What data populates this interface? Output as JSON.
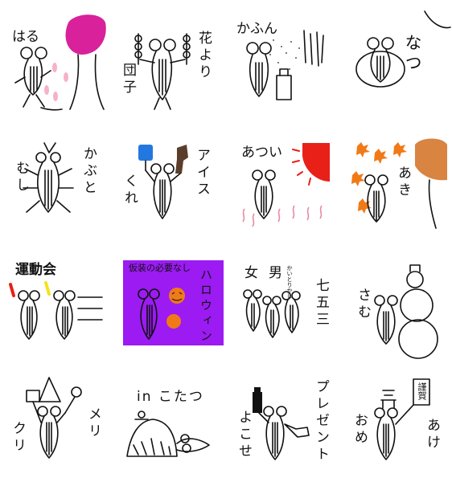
{
  "stickers": [
    {
      "caption": "はる"
    },
    {
      "caption_v1": "花より",
      "caption_v2": "団子"
    },
    {
      "caption": "かふん"
    },
    {
      "caption": "なつ"
    },
    {
      "caption_v1": "かぶと",
      "caption_v2": "むし"
    },
    {
      "caption_v1": "アイス",
      "caption_v2": "くれ"
    },
    {
      "caption": "あつい"
    },
    {
      "caption": "あき"
    },
    {
      "caption": "運動会"
    },
    {
      "caption_top": "仮装の必要なし",
      "caption_v": "ハロウィン"
    },
    {
      "caption_women": "女",
      "caption_men": "男",
      "caption_tiny": "かいとりかし",
      "caption_v": "七五三"
    },
    {
      "caption": "さむ"
    },
    {
      "caption_v1": "メリ",
      "caption_v2": "クリ"
    },
    {
      "caption": "in こたつ"
    },
    {
      "caption_v1": "プレゼント",
      "caption_v2": "よこせ"
    },
    {
      "caption_v1": "あけ",
      "caption_v2": "おめ",
      "sign": "謹賀"
    }
  ],
  "colors": {
    "pink": "#d8219a",
    "petal": "#f6b1c8",
    "blue": "#2378e0",
    "red": "#e82018",
    "orange": "#f07a18",
    "purple": "#9b1bf2",
    "brown": "#5a3e2b",
    "rose": "#e88aa0",
    "yellow": "#f5e21c",
    "sienna": "#d98441"
  }
}
